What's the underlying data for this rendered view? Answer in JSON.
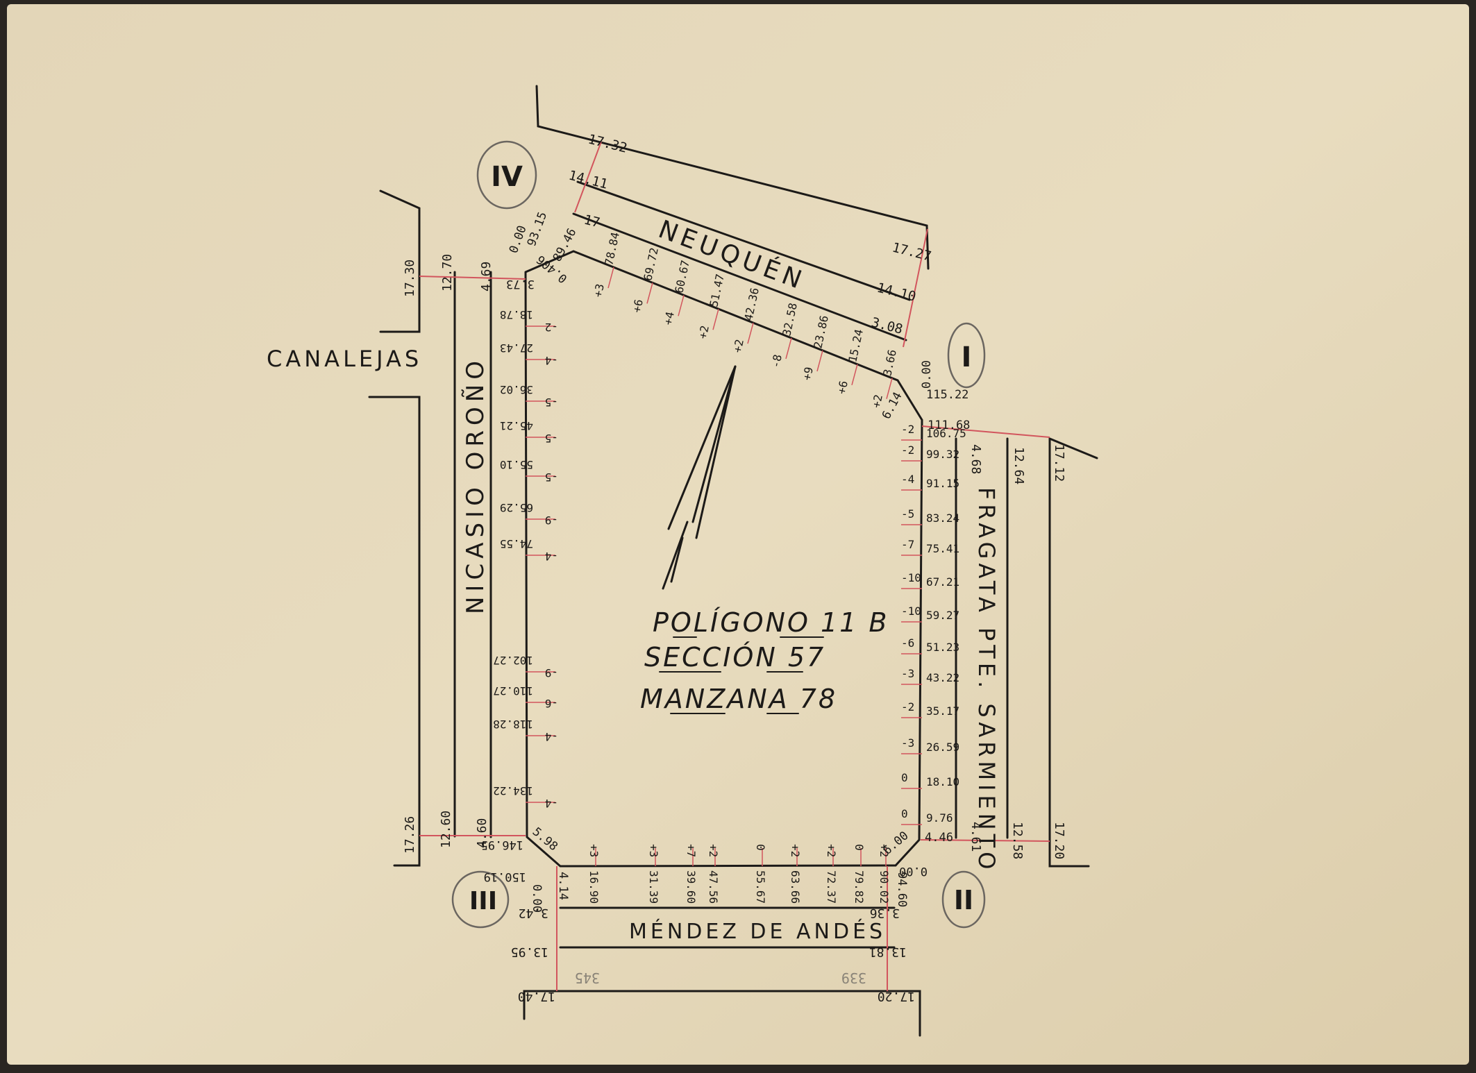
{
  "block": {
    "line1": "POLÍGONO 11 B",
    "line2": "SECCIÓN 57",
    "line3": "MANZANA 78"
  },
  "vertices": {
    "i": "I",
    "ii": "II",
    "iii": "III",
    "iv": "IV"
  },
  "streets": {
    "top": "NEUQUÉN",
    "left_ext": "CANALEJAS",
    "left": "NICASIO OROÑO",
    "right": "FRAGATA PTE. SARMIENTO",
    "bottom": "MÉNDEZ DE ANDÉS"
  },
  "top_street": {
    "outer_left": "17.32",
    "mid_left": "14.11",
    "inner_left": "17",
    "outer_right": "17.27",
    "mid_right": "14.10",
    "inner_right": "3.08"
  },
  "top_front": [
    {
      "offset": "+3",
      "dist": "78.84"
    },
    {
      "offset": "+6",
      "dist": "69.72"
    },
    {
      "offset": "+4",
      "dist": "60.67"
    },
    {
      "offset": "+2",
      "dist": "51.47"
    },
    {
      "offset": "+2",
      "dist": "42.36"
    },
    {
      "offset": "-8",
      "dist": "32.58"
    },
    {
      "offset": "+9",
      "dist": "23.86"
    },
    {
      "offset": "+6",
      "dist": "15.24"
    },
    {
      "offset": "+2",
      "dist": "3.66"
    }
  ],
  "left_front": [
    {
      "offset": "-2",
      "dist": "18.78"
    },
    {
      "offset": "-4",
      "dist": "27.43"
    },
    {
      "offset": "-5",
      "dist": "36.02"
    },
    {
      "offset": "-5",
      "dist": "45.21"
    },
    {
      "offset": "-5",
      "dist": "55.10"
    },
    {
      "offset": "-9",
      "dist": "65.29"
    },
    {
      "offset": "-4",
      "dist": "74.55"
    },
    {
      "offset": "-9",
      "dist": "102.27"
    },
    {
      "offset": "-6",
      "dist": "110.27"
    },
    {
      "offset": "-4",
      "dist": "118.28"
    },
    {
      "offset": "-4",
      "dist": "134.22"
    }
  ],
  "right_front": [
    {
      "offset": "-2",
      "dist": "106.75"
    },
    {
      "offset": "-2",
      "dist": "99.32"
    },
    {
      "offset": "-4",
      "dist": "91.15"
    },
    {
      "offset": "-5",
      "dist": "83.24"
    },
    {
      "offset": "-7",
      "dist": "75.41"
    },
    {
      "offset": "-10",
      "dist": "67.21"
    },
    {
      "offset": "-10",
      "dist": "59.27"
    },
    {
      "offset": "-6",
      "dist": "51.23"
    },
    {
      "offset": "-3",
      "dist": "43.22"
    },
    {
      "offset": "-2",
      "dist": "35.17"
    },
    {
      "offset": "-3",
      "dist": "26.59"
    },
    {
      "offset": "0",
      "dist": "18.10"
    },
    {
      "offset": "0",
      "dist": "9.76"
    }
  ],
  "bottom_front": [
    {
      "offset": "+3",
      "dist": "16.90"
    },
    {
      "offset": "+3",
      "dist": "31.39"
    },
    {
      "offset": "+7",
      "dist": "39.60"
    },
    {
      "offset": "+2",
      "dist": "47.56"
    },
    {
      "offset": "0",
      "dist": "55.67"
    },
    {
      "offset": "+2",
      "dist": "63.66"
    },
    {
      "offset": "+2",
      "dist": "72.37"
    },
    {
      "offset": "0",
      "dist": "79.82"
    },
    {
      "offset": "+2",
      "dist": "90.02"
    }
  ],
  "corners": {
    "iv_zero": "0.00",
    "iv_a": "93.15",
    "iv_b": "89.46",
    "iv_c": "3.73",
    "iv_d": "0.406",
    "i_zero": "0.00",
    "i_a": "115.22",
    "i_b": "111.68",
    "i_c": "6.14",
    "ii_zero": "0.00",
    "ii_a": "94.60",
    "ii_b": "4.46",
    "ii_c": "6.00",
    "iii_zero": "0.00",
    "iii_a": "150.19",
    "iii_b": "146.95",
    "iii_c": "4.14",
    "iii_d": "5.98"
  },
  "left_street": {
    "top_outer": "17.30",
    "top_mid": "12.70",
    "top_inner": "4.69",
    "bot_outer": "17.26",
    "bot_mid": "12.60",
    "bot_inner": "4.60"
  },
  "right_street": {
    "top_inner": "4.68",
    "top_mid": "12.64",
    "top_outer": "17.12",
    "bot_inner": "4.61",
    "bot_mid": "12.58",
    "bot_outer": "17.20"
  },
  "bottom_street": {
    "left_inner": "3.42",
    "right_inner": "3.36",
    "left_mid": "13.95",
    "right_mid": "13.81",
    "left_outer": "17.40",
    "right_outer": "17.20",
    "pencil_a": "345",
    "pencil_b": "339"
  }
}
